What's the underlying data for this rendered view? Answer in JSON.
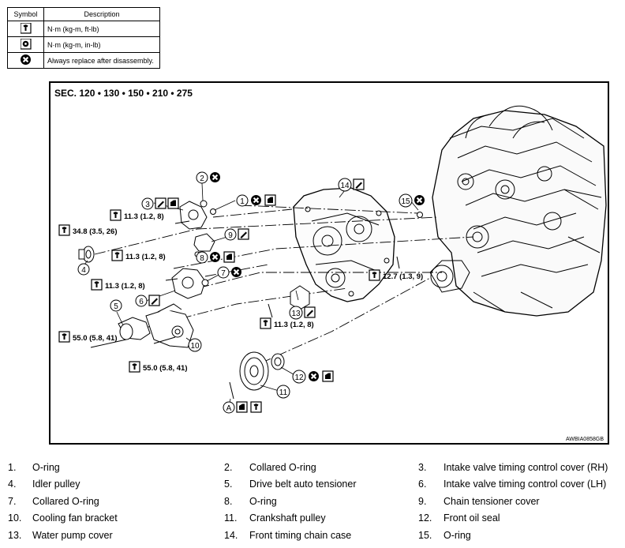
{
  "legend": {
    "header_symbol": "Symbol",
    "header_description": "Description",
    "rows": [
      {
        "icon": "torque-wrench-icon",
        "text": "N·m (kg-m, ft-lb)"
      },
      {
        "icon": "torque-wrench-fine-icon",
        "text": "N·m (kg-m, in-lb)"
      },
      {
        "icon": "always-replace-icon",
        "text": "Always replace after disassembly."
      }
    ]
  },
  "diagram": {
    "section": "SEC. 120 • 130 • 150 • 210 • 275",
    "code": "AWBIA0858GB",
    "callouts": {
      "c1": "1",
      "c2": "2",
      "c3": "3",
      "c4": "4",
      "c5": "5",
      "c6": "6",
      "c7": "7",
      "c8": "8",
      "c9": "9",
      "c10": "10",
      "c11": "11",
      "c12": "12",
      "c13": "13",
      "c14": "14",
      "c15": "15",
      "cA": "A"
    },
    "torques": {
      "t1": "11.3 (1.2, 8)",
      "t2": "34.8 (3.5, 26)",
      "t3": "11.3 (1.2, 8)",
      "t4": "11.3 (1.2, 8)",
      "t5": "12.7 (1.3, 9)",
      "t6": "11.3 (1.2, 8)",
      "t7": "55.0 (5.8, 41)",
      "t8": "55.0 (5.8, 41)"
    }
  },
  "parts": [
    [
      {
        "num": "1.",
        "name": "O-ring"
      },
      {
        "num": "2.",
        "name": "Collared O-ring"
      },
      {
        "num": "3.",
        "name": "Intake valve timing control cover (RH)"
      }
    ],
    [
      {
        "num": "4.",
        "name": "Idler pulley"
      },
      {
        "num": "5.",
        "name": "Drive belt auto tensioner"
      },
      {
        "num": "6.",
        "name": "Intake valve timing control cover (LH)"
      }
    ],
    [
      {
        "num": "7.",
        "name": "Collared O-ring"
      },
      {
        "num": "8.",
        "name": "O-ring"
      },
      {
        "num": "9.",
        "name": "Chain tensioner cover"
      }
    ],
    [
      {
        "num": "10.",
        "name": "Cooling fan bracket"
      },
      {
        "num": "11.",
        "name": "Crankshaft pulley"
      },
      {
        "num": "12.",
        "name": "Front oil seal"
      }
    ],
    [
      {
        "num": "13.",
        "name": "Water pump cover"
      },
      {
        "num": "14.",
        "name": "Front timing chain case"
      },
      {
        "num": "15.",
        "name": "O-ring"
      }
    ]
  ]
}
